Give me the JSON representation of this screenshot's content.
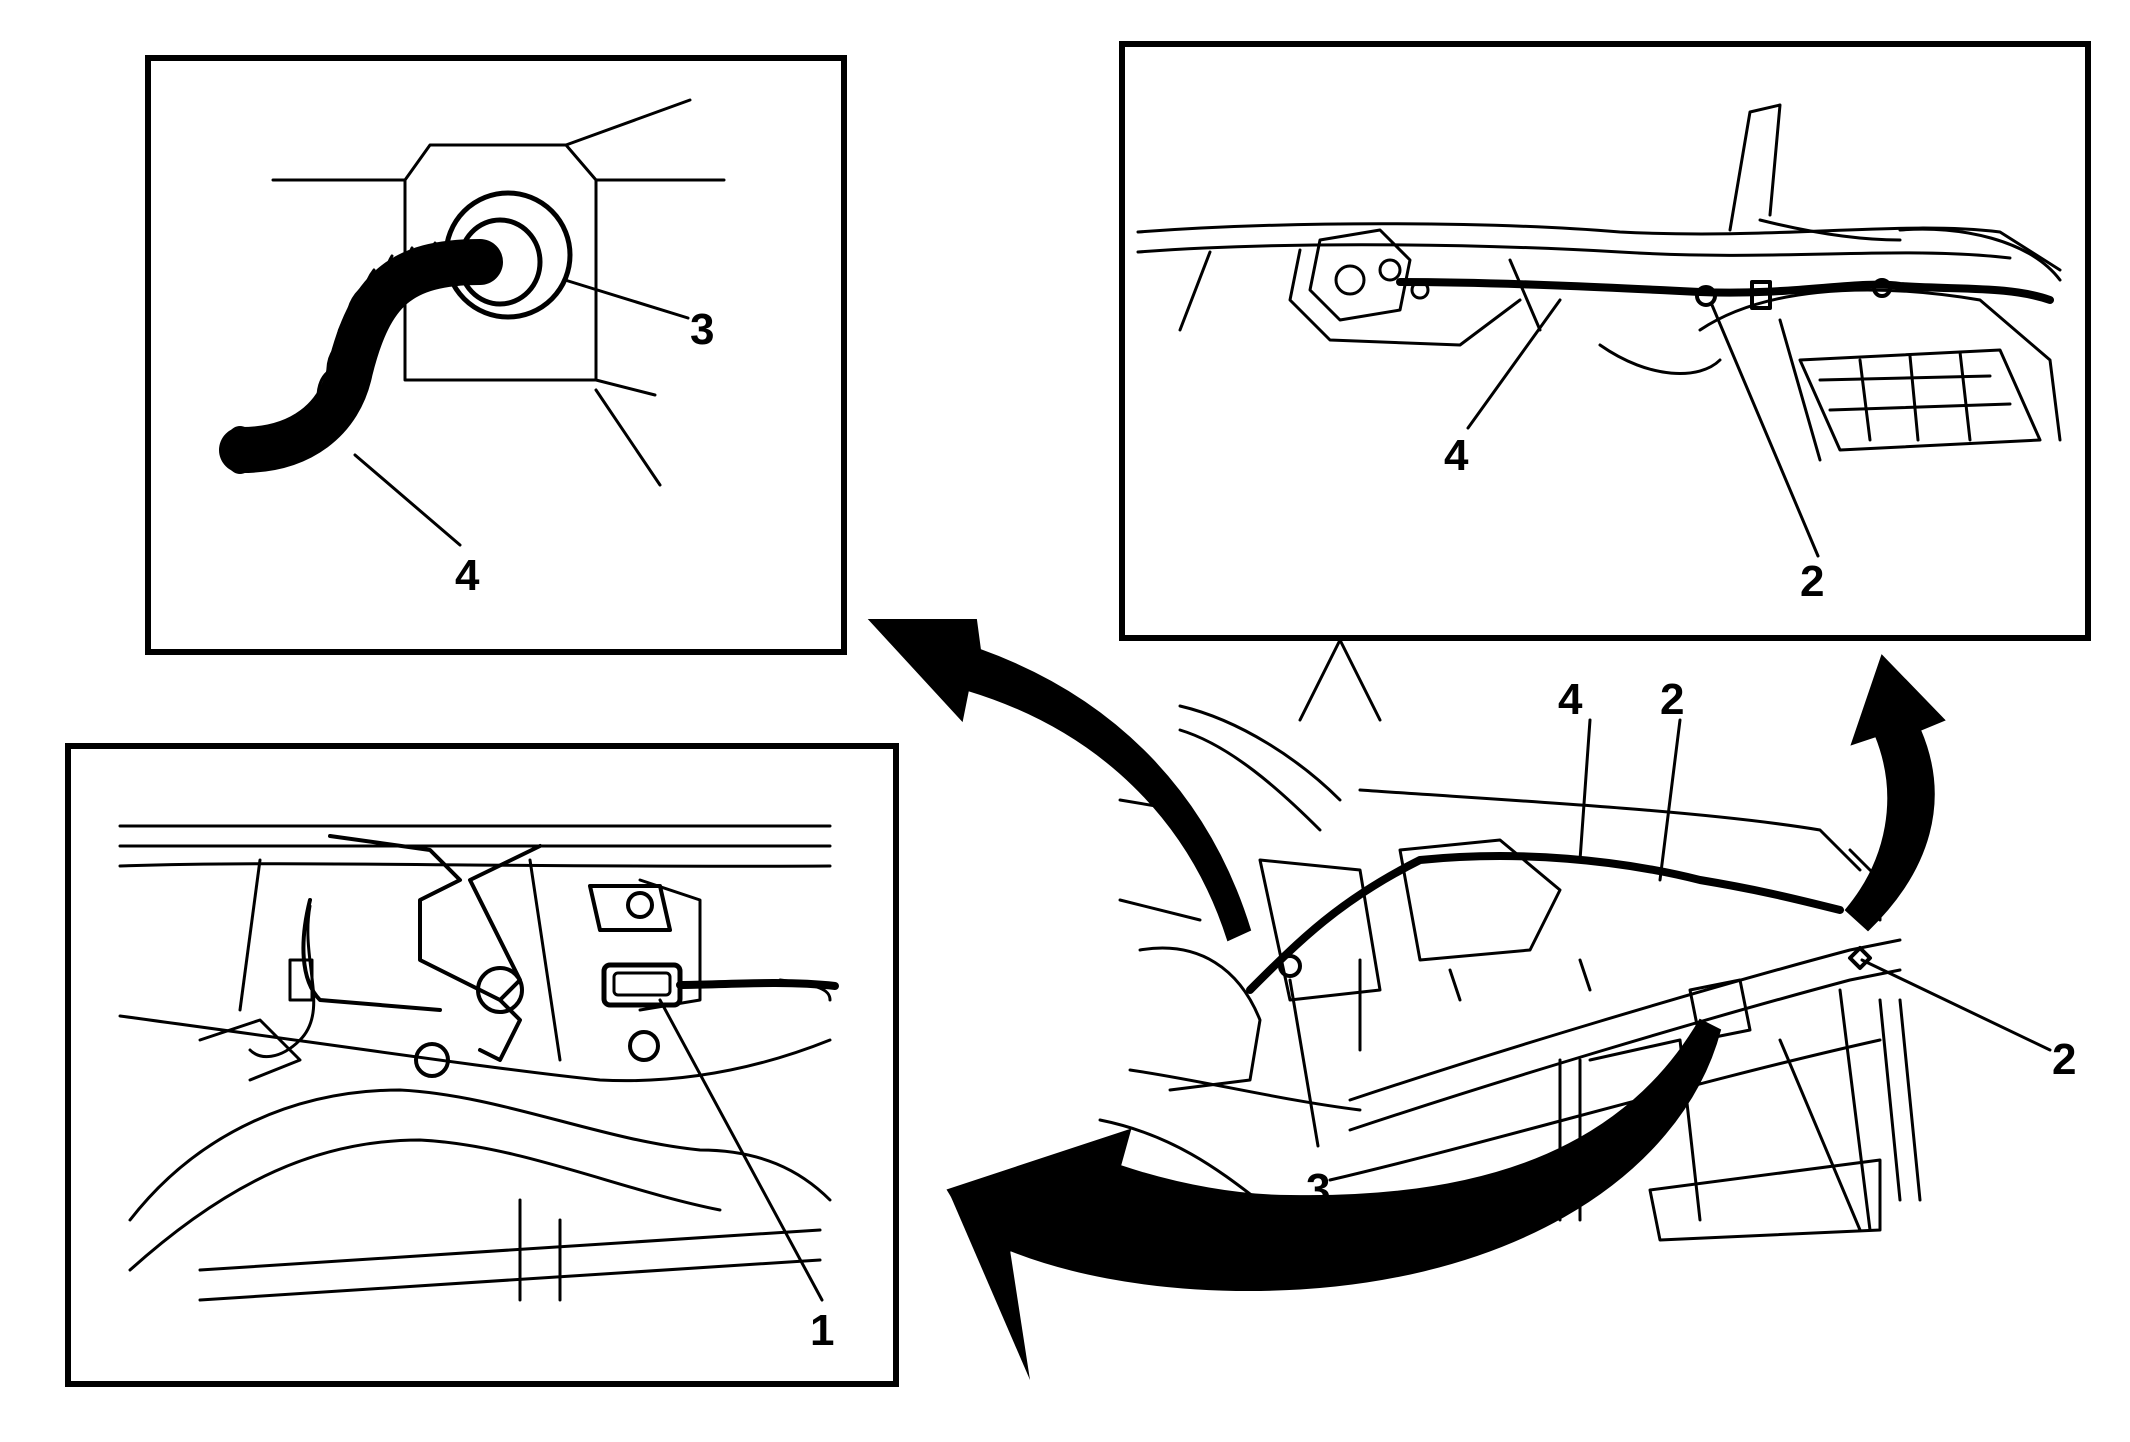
{
  "figure": {
    "description_visible_text_only": true,
    "callouts": {
      "top_left": [
        "3",
        "4"
      ],
      "top_right": [
        "4",
        "2"
      ],
      "bottom_left": [
        "1"
      ],
      "main": [
        "4",
        "2",
        "2",
        "3"
      ]
    }
  },
  "colors": {
    "ink": "#000000",
    "paper": "#ffffff"
  }
}
